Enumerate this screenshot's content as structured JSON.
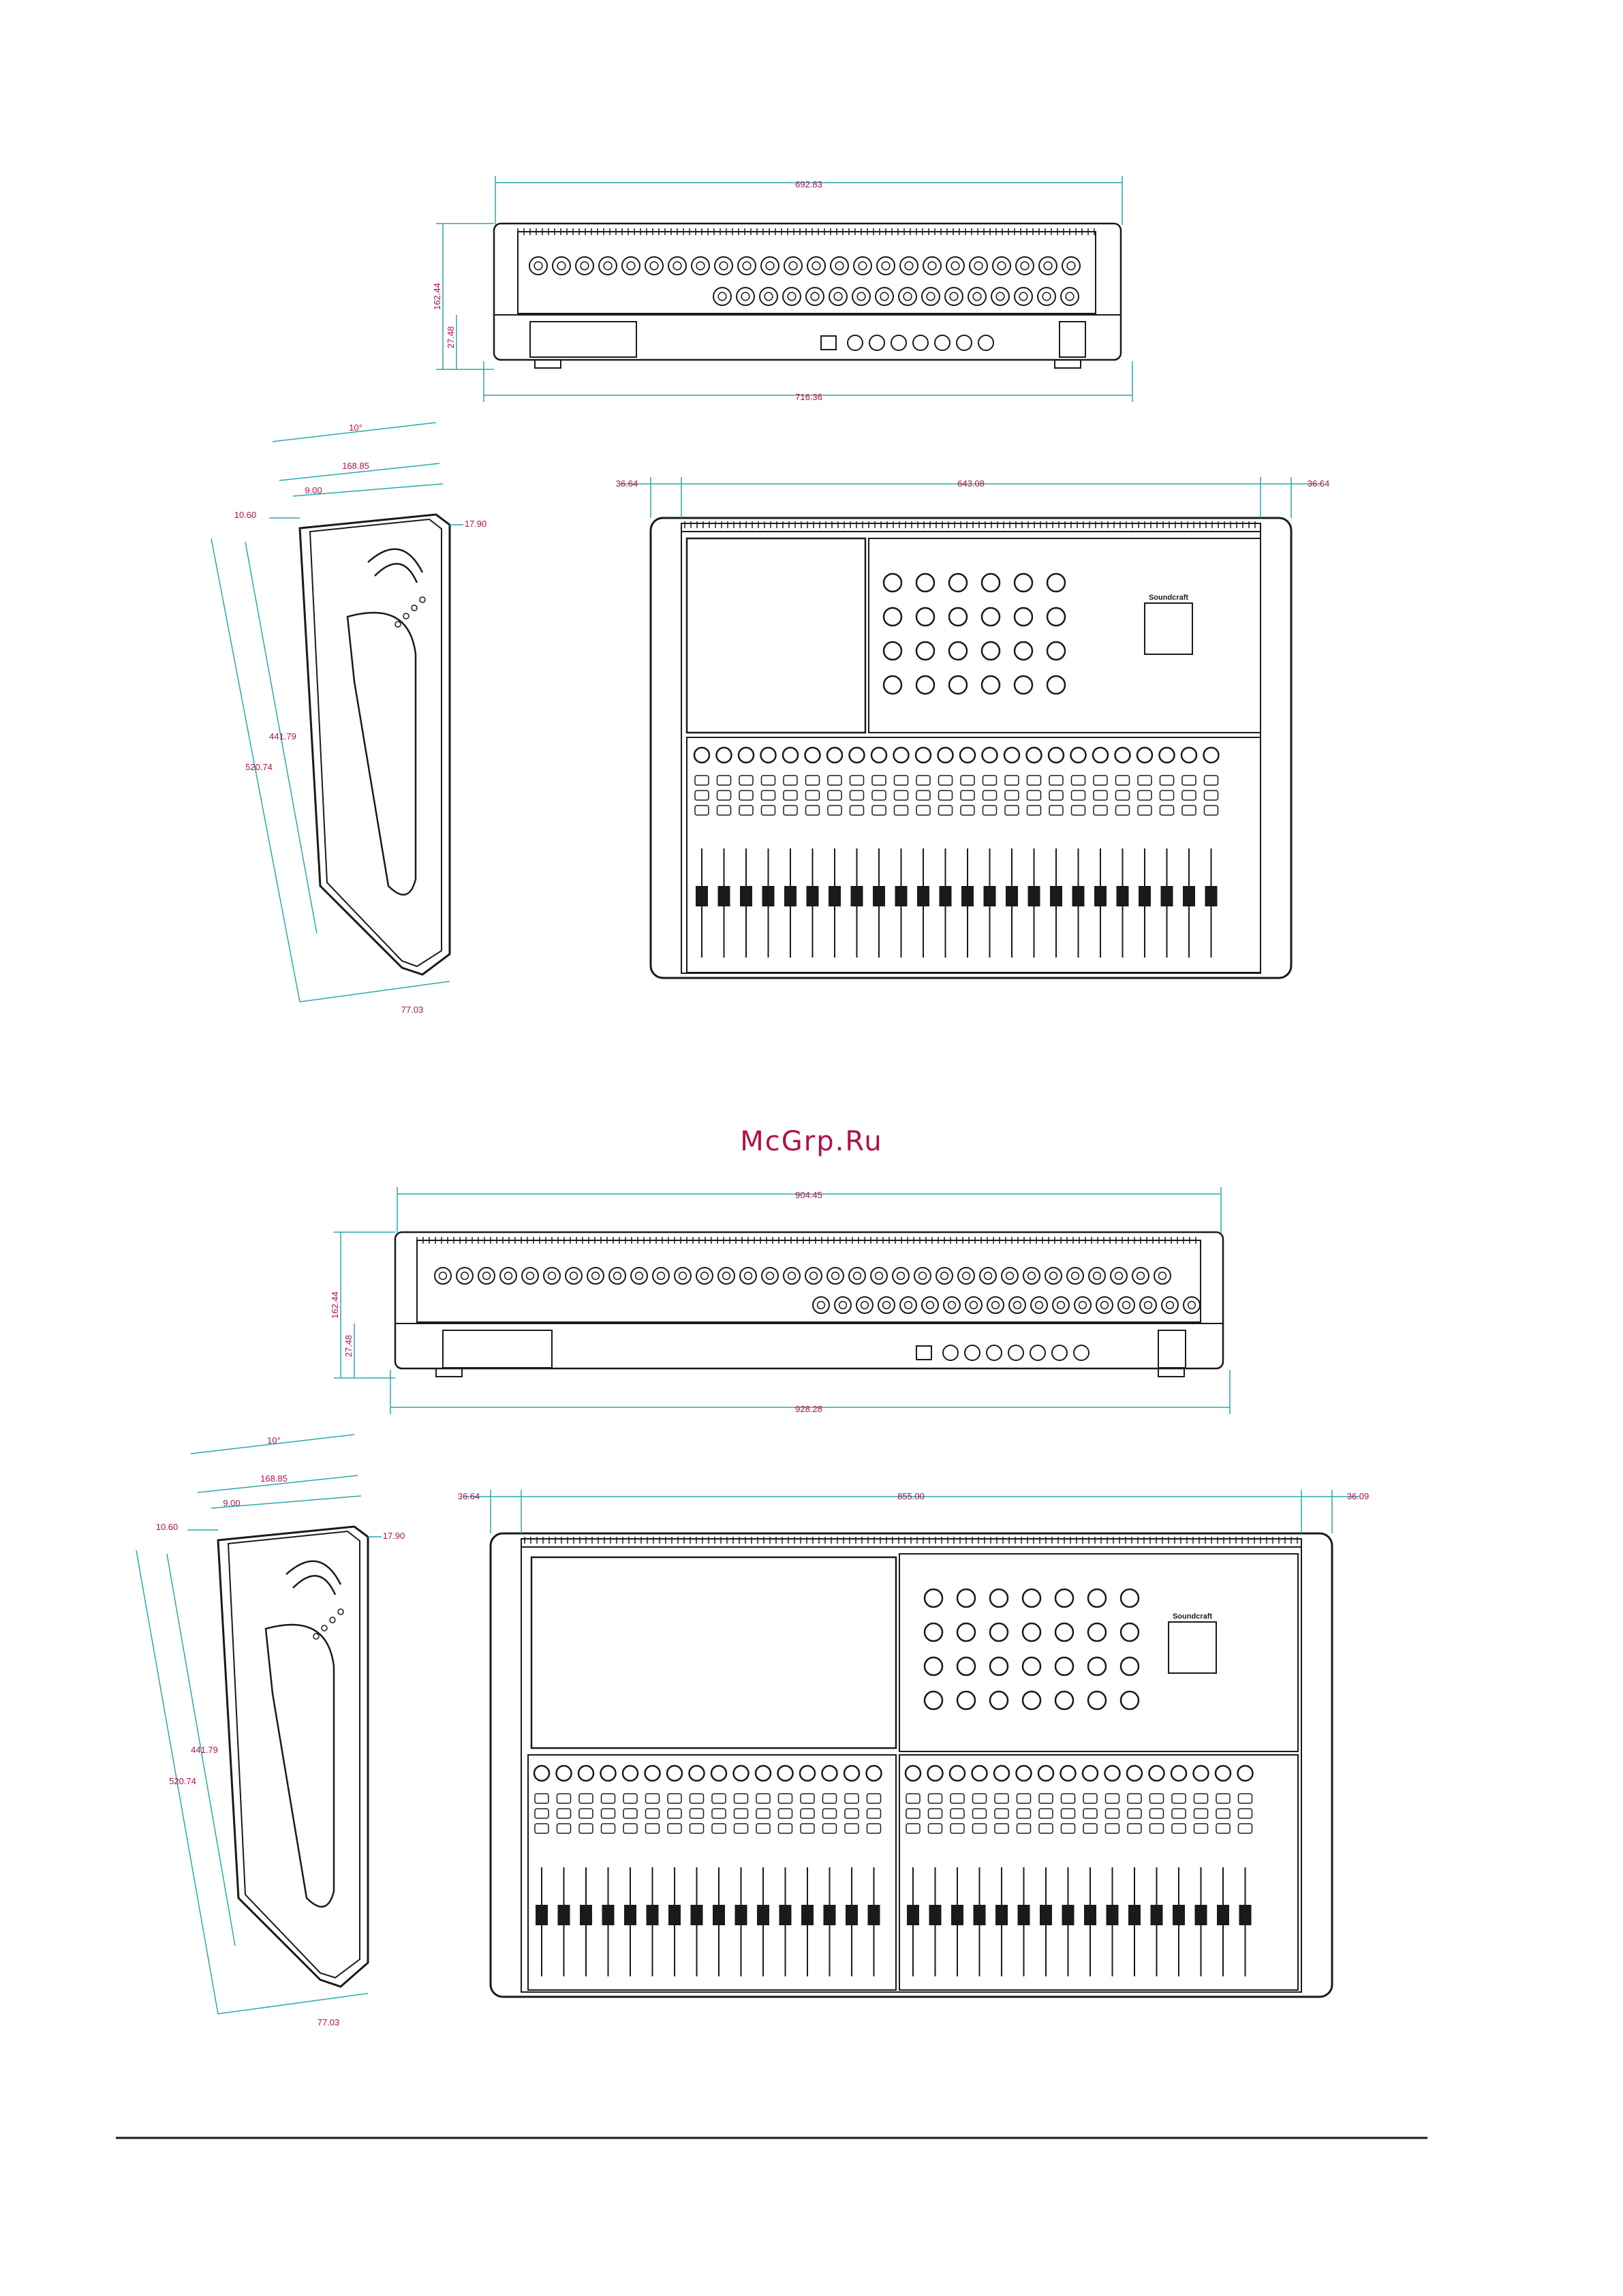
{
  "watermark": "McGrp.Ru",
  "colors": {
    "dimension_text": "#b0104a",
    "dimension_line": "#2aa8a8",
    "drawing": "#1a1a1a"
  },
  "small_console": {
    "rear_view": {
      "width_top": "692.83",
      "width_bottom": "716.36",
      "height": "162.44",
      "foot": "27.48"
    },
    "side_view": {
      "angle": "10°",
      "depth_top": "168.85",
      "d1": "9.00",
      "d2": "10.60",
      "d3": "17.90",
      "length_inner": "441.79",
      "length_outer": "520.74",
      "base": "77.03"
    },
    "top_view": {
      "left_margin": "36.64",
      "width": "643.08",
      "right_margin": "36.64"
    },
    "brand_label": "Soundcraft"
  },
  "large_console": {
    "rear_view": {
      "width_top": "904.45",
      "width_bottom": "928.28",
      "height": "162.44",
      "foot": "27.48"
    },
    "side_view": {
      "angle": "10°",
      "depth_top": "168.85",
      "d1": "9.00",
      "d2": "10.60",
      "d3": "17.90",
      "length_inner": "441.79",
      "length_outer": "520.74",
      "base": "77.03"
    },
    "top_view": {
      "left_margin": "36.64",
      "width": "855.00",
      "right_margin": "36.09"
    },
    "brand_label": "Soundcraft"
  }
}
